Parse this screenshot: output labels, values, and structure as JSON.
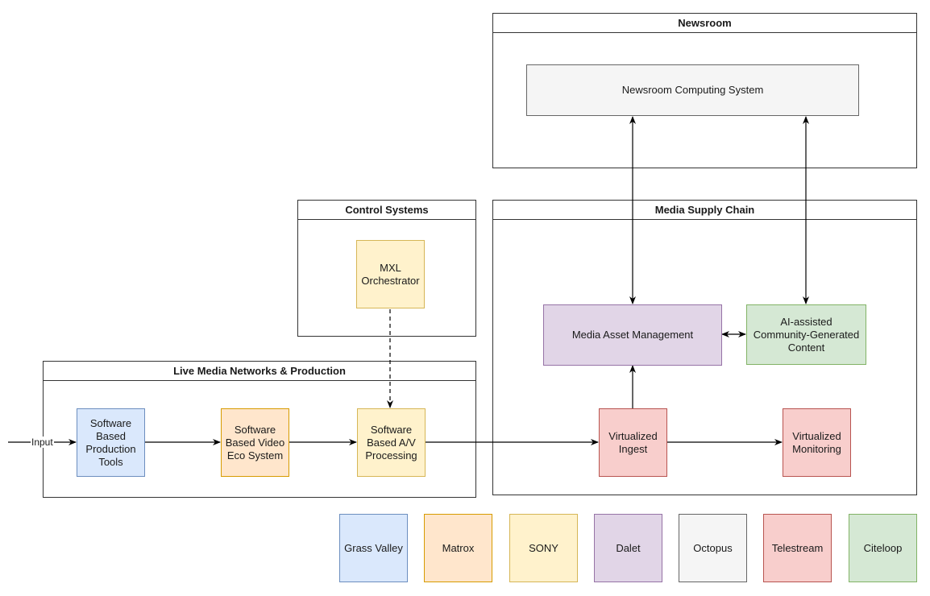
{
  "containers": {
    "newsroom": "Newsroom",
    "control": "Control Systems",
    "supply": "Media Supply Chain",
    "live": "Live Media Networks & Production"
  },
  "nodes": {
    "newsroom_computing": "Newsroom Computing System",
    "mxl": "MXL Orchestrator",
    "mam": "Media Asset Management",
    "ai_content": "AI-assisted Community-Generated Content",
    "sw_production": "Software Based Production Tools",
    "sw_video": "Software Based Video Eco System",
    "sw_av": "Software Based A/V Processing",
    "v_ingest": "Virtualized Ingest",
    "v_monitoring": "Virtualized Monitoring"
  },
  "edge_labels": {
    "input": "Input"
  },
  "legend": [
    {
      "label": "Grass Valley",
      "color": "#dae8fc"
    },
    {
      "label": "Matrox",
      "color": "#ffe6cc"
    },
    {
      "label": "SONY",
      "color": "#fff2cc"
    },
    {
      "label": "Dalet",
      "color": "#e1d5e7"
    },
    {
      "label": "Octopus",
      "color": "#f5f5f5"
    },
    {
      "label": "Telestream",
      "color": "#f8cecc"
    },
    {
      "label": "Citeloop",
      "color": "#d5e8d4"
    }
  ]
}
